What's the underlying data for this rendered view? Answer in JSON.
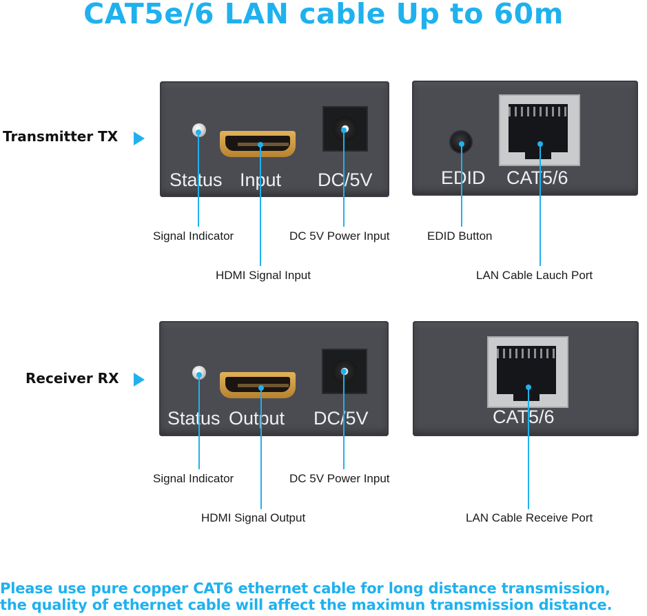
{
  "title": "CAT5e/6 LAN cable Up to 60m",
  "colors": {
    "accent": "#1fb1ee",
    "device": "#4a4c52",
    "hdmi_gold": "#d4a04a"
  },
  "transmitter": {
    "row_label": "Transmitter TX",
    "front_labels": {
      "status": "Status",
      "input": "Input",
      "dc": "DC/5V"
    },
    "back_labels": {
      "edid": "EDID",
      "cat": "CAT5/6"
    },
    "callouts": {
      "signal_indicator": "Signal Indicator",
      "hdmi": "HDMI Signal Input",
      "dc_power": "DC 5V Power Input",
      "edid_button": "EDID Button",
      "lan_port": "LAN Cable Lauch Port"
    }
  },
  "receiver": {
    "row_label": "Receiver RX",
    "front_labels": {
      "status": "Status",
      "output": "Output",
      "dc": "DC/5V"
    },
    "back_labels": {
      "cat": "CAT5/6"
    },
    "callouts": {
      "signal_indicator": "Signal Indicator",
      "hdmi": "HDMI Signal Output",
      "dc_power": "DC 5V Power Input",
      "lan_port": "LAN Cable Receive Port"
    }
  },
  "note": {
    "line1": "Please use pure copper CAT6 ethernet cable for long distance transmission,",
    "line2": "the quality of ethernet cable will affect the maximun transmission distance."
  }
}
